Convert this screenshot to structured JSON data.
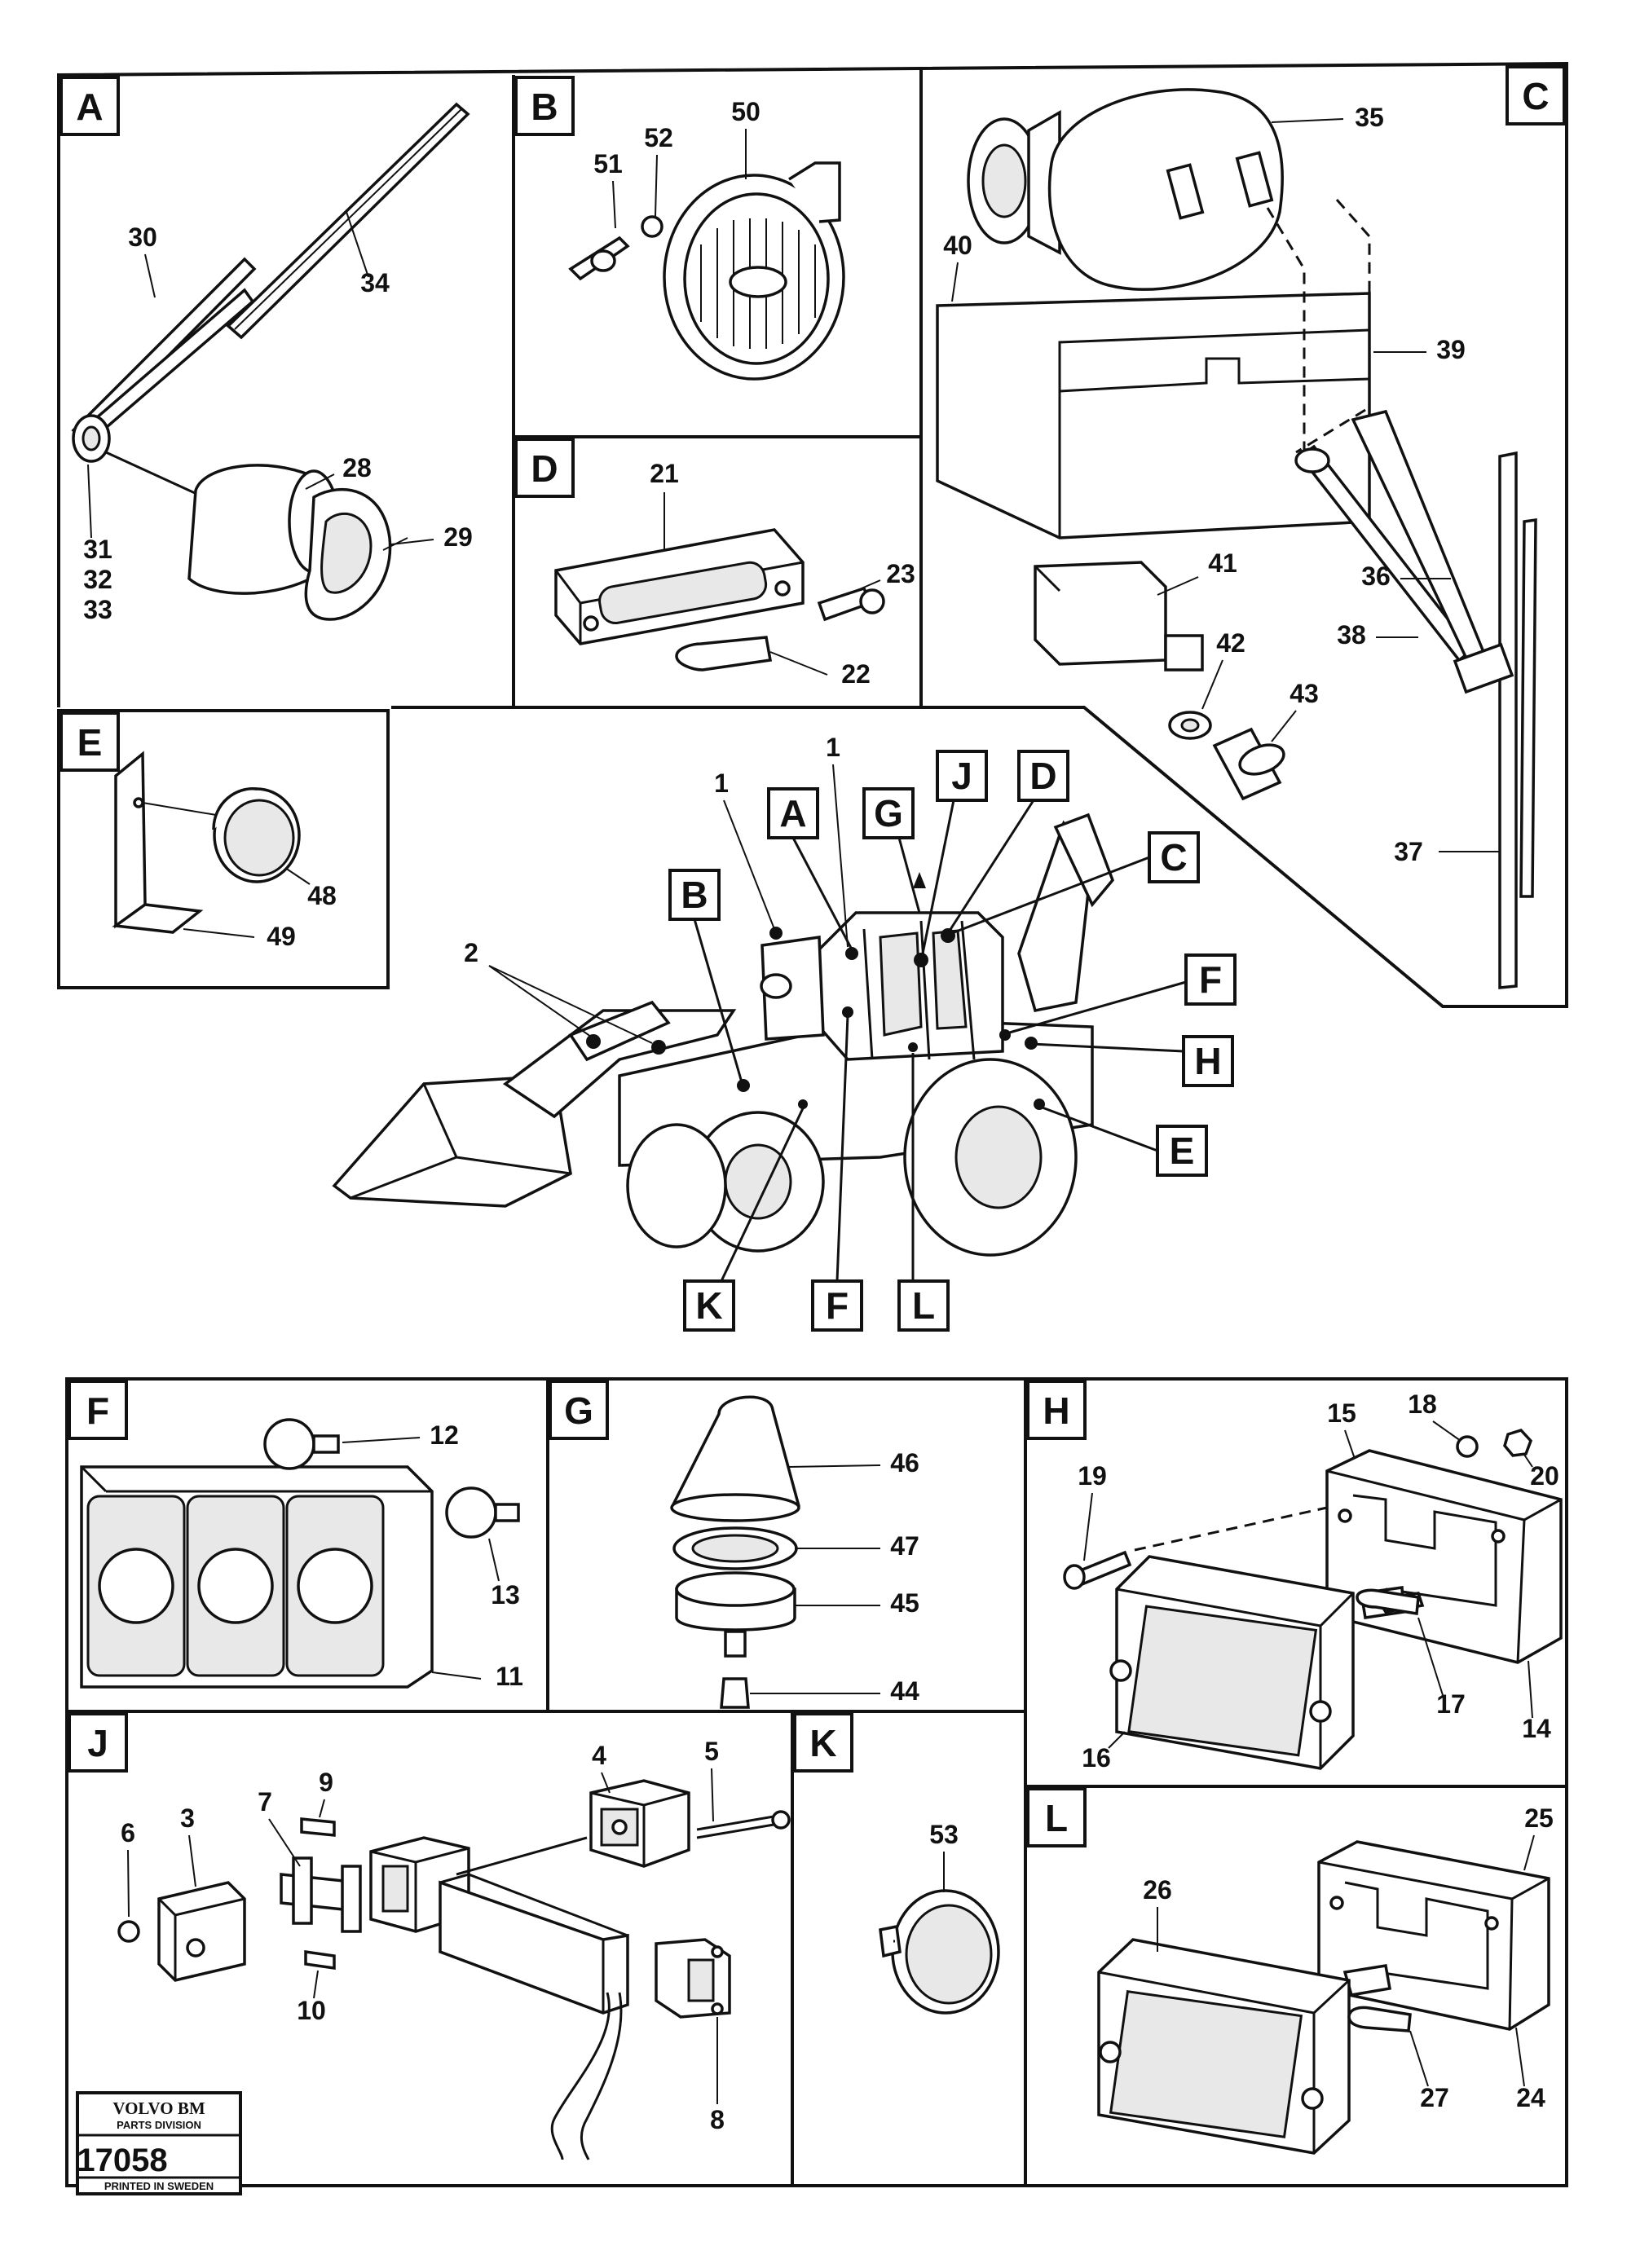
{
  "panels": {
    "A": {
      "letter": "A",
      "callouts": [
        "28",
        "29",
        "30",
        "31",
        "32",
        "33",
        "34"
      ]
    },
    "B": {
      "letter": "B",
      "callouts": [
        "50",
        "51",
        "52"
      ]
    },
    "C": {
      "letter": "C",
      "callouts": [
        "35",
        "36",
        "37",
        "38",
        "39",
        "40",
        "41",
        "42",
        "43"
      ]
    },
    "D": {
      "letter": "D",
      "callouts": [
        "21",
        "22",
        "23"
      ]
    },
    "E": {
      "letter": "E",
      "callouts": [
        "48",
        "49"
      ]
    },
    "F": {
      "letter": "F",
      "callouts": [
        "11",
        "12",
        "13"
      ]
    },
    "G": {
      "letter": "G",
      "callouts": [
        "44",
        "45",
        "46",
        "47"
      ]
    },
    "H": {
      "letter": "H",
      "callouts": [
        "14",
        "15",
        "16",
        "17",
        "18",
        "19",
        "20"
      ]
    },
    "J": {
      "letter": "J",
      "callouts": [
        "3",
        "4",
        "5",
        "6",
        "7",
        "8",
        "9",
        "10"
      ]
    },
    "K": {
      "letter": "K",
      "callouts": [
        "53"
      ]
    },
    "L": {
      "letter": "L",
      "callouts": [
        "24",
        "25",
        "26",
        "27"
      ]
    }
  },
  "machine": {
    "callouts": [
      "1",
      "1",
      "2"
    ],
    "location_tags": [
      "A",
      "B",
      "C",
      "D",
      "E",
      "F",
      "F",
      "G",
      "H",
      "J",
      "K",
      "L"
    ]
  },
  "stamp": {
    "brand": "VOLVO BM",
    "division": "PARTS DIVISION",
    "number": "17058",
    "printed": "PRINTED IN SWEDEN"
  },
  "colors": {
    "ink": "#111111",
    "paper": "#ffffff"
  }
}
